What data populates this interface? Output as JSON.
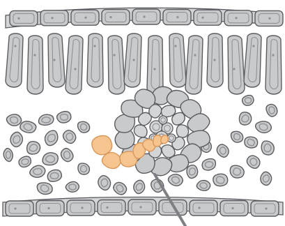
{
  "diagram": {
    "subject": "leaf-cross-section",
    "labels": [],
    "colors": {
      "background": "#ffffff",
      "cell_fill": "#c9cacc",
      "cell_fill_light": "#d4d5d7",
      "cell_outline": "#5a5c60",
      "highlighted_cells": "#f6c48e",
      "highlighted_outline": "#d8975a",
      "pointer_line": "#7d7f83"
    },
    "regions": [
      {
        "name": "upper-epidermis",
        "highlighted": false
      },
      {
        "name": "palisade-mesophyll",
        "highlighted": false
      },
      {
        "name": "vascular-bundle",
        "highlighted": false
      },
      {
        "name": "bundle-sheath-extension",
        "highlighted": true
      },
      {
        "name": "spongy-mesophyll",
        "highlighted": false
      },
      {
        "name": "lower-epidermis",
        "highlighted": false
      }
    ]
  }
}
